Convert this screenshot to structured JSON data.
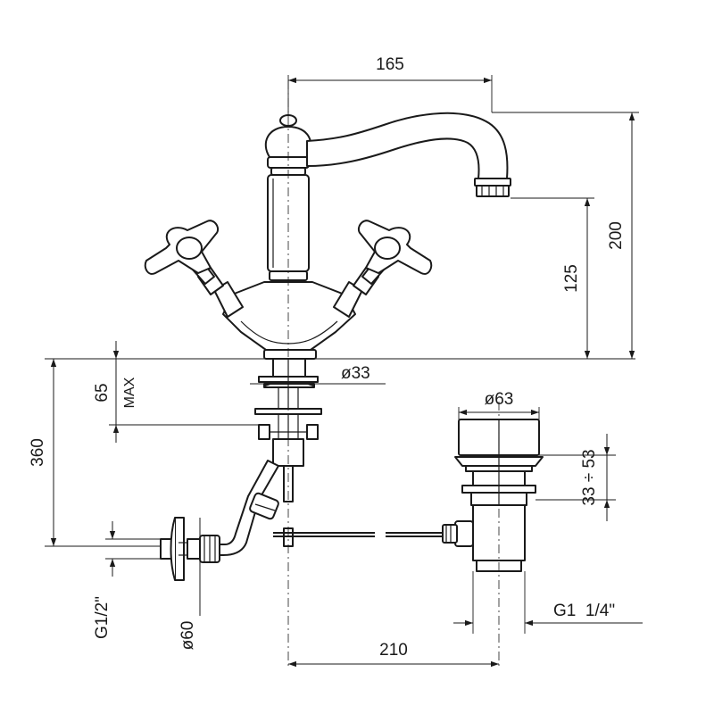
{
  "dimensions": {
    "spout_reach": "165",
    "spout_total_height": "200",
    "spout_outlet_height": "125",
    "deck_thickness_max": "65",
    "max_label": "MAX",
    "shank_diameter": "ø33",
    "waste_head_diameter": "ø63",
    "waste_range": "33 ÷ 53",
    "install_depth": "360",
    "inlet_thread": "G1/2\"",
    "escutcheon_diameter": "ø60",
    "waste_offset": "210",
    "waste_thread": "G1  1/4\""
  }
}
